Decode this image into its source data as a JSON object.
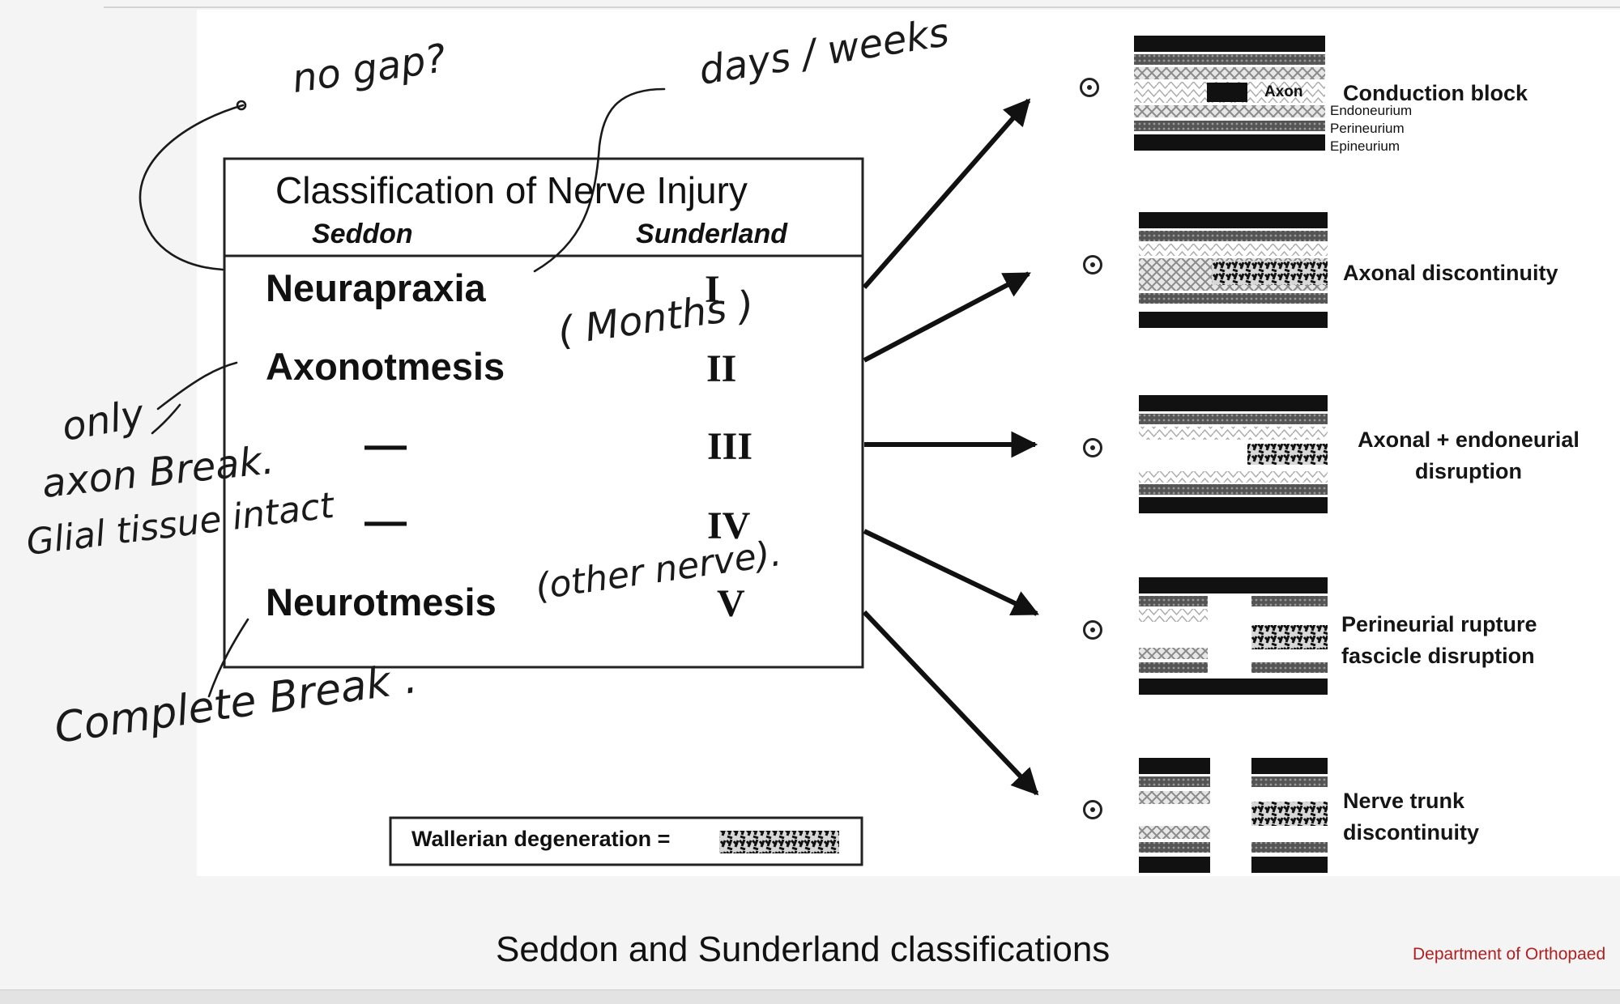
{
  "table": {
    "title": "Classification of Nerve Injury",
    "col_seddon": "Seddon",
    "col_sunderland": "Sunderland",
    "rows": [
      {
        "seddon": "Neurapraxia",
        "sunderland": "I"
      },
      {
        "seddon": "Axonotmesis",
        "sunderland": "II"
      },
      {
        "seddon": "—",
        "sunderland": "III"
      },
      {
        "seddon": "—",
        "sunderland": "IV"
      },
      {
        "seddon": "Neurotmesis",
        "sunderland": "V"
      }
    ]
  },
  "legend": {
    "wallerian": "Wallerian degeneration ="
  },
  "diagrams": [
    {
      "label": "Conduction block",
      "parts": [
        "Axon",
        "Endoneurium",
        "Perineurium",
        "Epineurium"
      ]
    },
    {
      "label": "Axonal discontinuity"
    },
    {
      "label": "Axonal + endoneurial",
      "label2": "disruption"
    },
    {
      "label": "Perineurial rupture",
      "label2": "fascicle disruption"
    },
    {
      "label": "Nerve trunk",
      "label2": "discontinuity"
    }
  ],
  "caption": "Seddon and Sunderland classifications",
  "department": "Department of Orthopaed",
  "handwritten": {
    "no_gap": "no gap?",
    "days_weeks": "days / weeks",
    "months": "( Months )",
    "only": "only",
    "axon_break": "axon Break.",
    "glial": "Glial tissue intact",
    "other_nerve": "(other nerve).",
    "complete_break": "Complete Break ."
  }
}
